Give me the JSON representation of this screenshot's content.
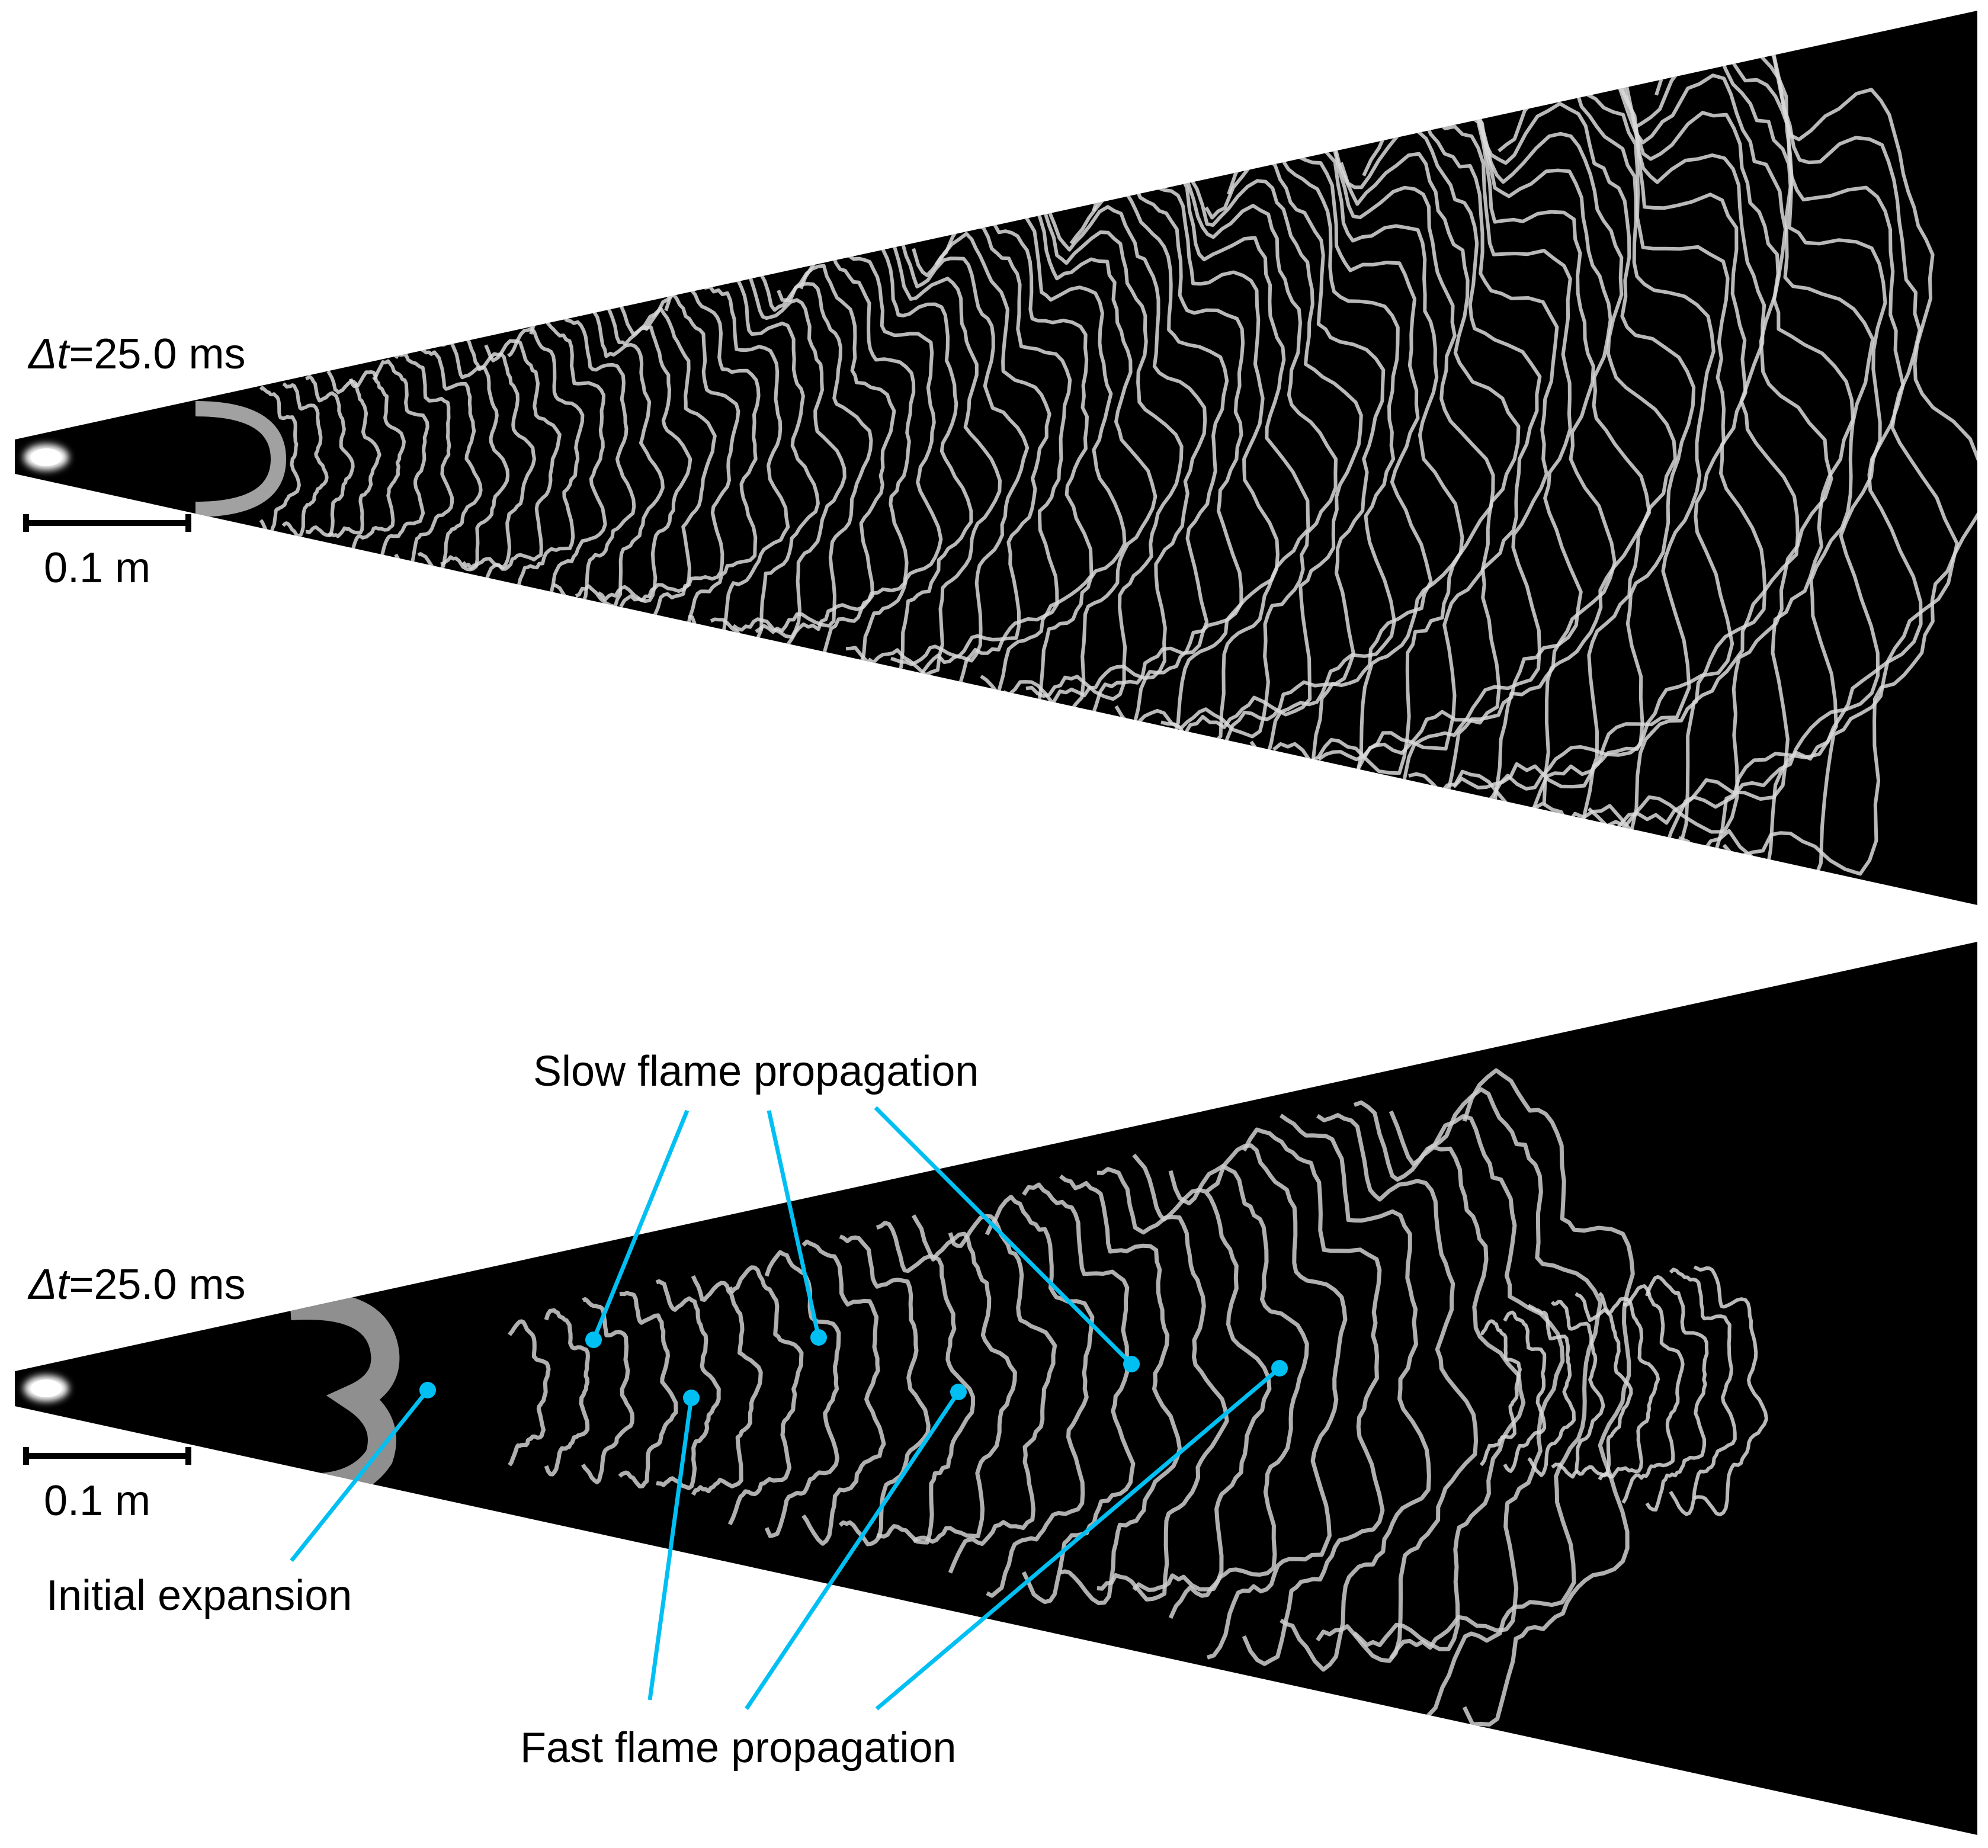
{
  "panels": [
    {
      "id": "top",
      "time_step": {
        "symbol": "Δt",
        "value_text": "=25.0 ms"
      },
      "scale_bar": {
        "label": "0.1 m"
      },
      "annotations": []
    },
    {
      "id": "bottom",
      "time_step": {
        "symbol": "Δt",
        "value_text": "=25.0 ms"
      },
      "scale_bar": {
        "label": "0.1 m"
      },
      "annotations": [
        {
          "label": "Slow flame propagation"
        },
        {
          "label": "Fast flame propagation"
        },
        {
          "label": "Initial expansion"
        }
      ]
    }
  ],
  "colors": {
    "background": "#ffffff",
    "chamber": "#000000",
    "flame_front": "#d9d9d9",
    "annotation_line": "#00bff3",
    "scale_bar": "#000000"
  }
}
